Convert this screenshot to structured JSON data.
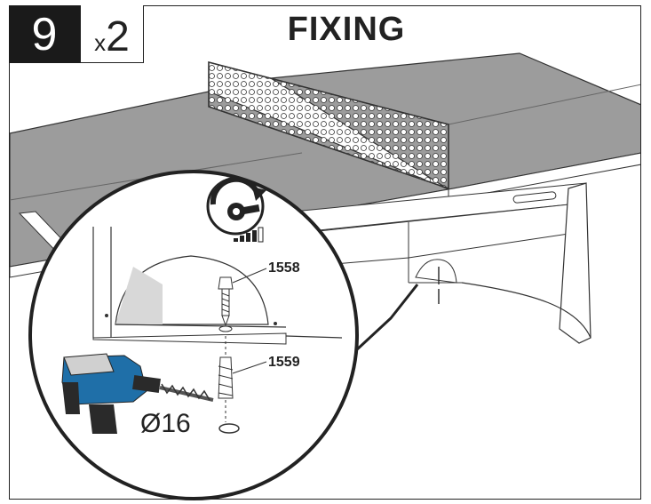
{
  "header": {
    "step_number": "9",
    "quantity_prefix": "x",
    "quantity_value": "2",
    "title": "FIXING"
  },
  "parts": [
    {
      "id": "1558",
      "label": "1558"
    },
    {
      "id": "1559",
      "label": "1559"
    }
  ],
  "drill": {
    "diameter_label": "Ø16"
  },
  "icons": [
    "torque-wrench-icon",
    "drill-icon",
    "screw-icon",
    "wall-plug-icon"
  ]
}
